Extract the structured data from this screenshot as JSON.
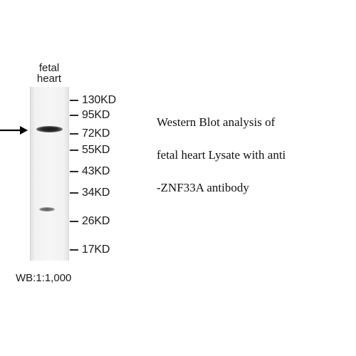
{
  "lane": {
    "label_line1": "fetal",
    "label_line2": "heart"
  },
  "markers": [
    {
      "label": "130KD"
    },
    {
      "label": "95KD"
    },
    {
      "label": "72KD"
    },
    {
      "label": "55KD"
    },
    {
      "label": "43KD"
    },
    {
      "label": "34KD"
    },
    {
      "label": "26KD"
    },
    {
      "label": "17KD"
    }
  ],
  "caption": {
    "line1": "Western Blot analysis of",
    "line2": "fetal heart Lysate with anti",
    "line3": "-ZNF33A antibody"
  },
  "dilution": "WB:1:1,000",
  "colors": {
    "band": "#1b1b1b",
    "text": "#111111",
    "background": "#ffffff"
  },
  "icons": {
    "pointer": "arrow-right-icon"
  }
}
